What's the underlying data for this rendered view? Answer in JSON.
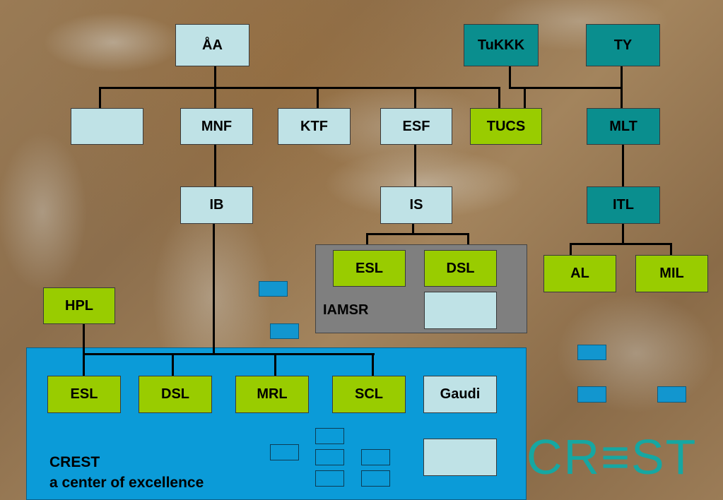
{
  "top": {
    "aa": "ÅA",
    "tukkk": "TuKKK",
    "ty": "TY"
  },
  "level2": {
    "blank": "",
    "mnf": "MNF",
    "ktf": "KTF",
    "esf": "ESF",
    "tucs": "TUCS",
    "mlt": "MLT"
  },
  "level3": {
    "ib": "IB",
    "is": "IS",
    "itl": "ITL"
  },
  "iamsr": {
    "label": "IAMSR",
    "esl": "ESL",
    "dsl": "DSL"
  },
  "itl_children": {
    "al": "AL",
    "mil": "MIL"
  },
  "hpl": "HPL",
  "crest": {
    "labs": [
      "ESL",
      "DSL",
      "MRL",
      "SCL"
    ],
    "gaudi": "Gaudi",
    "title": "CREST",
    "subtitle": "a center of excellence",
    "logo": "CR≡ST"
  },
  "colors": {
    "light_blue": "#bfe2e6",
    "teal": "#0a8e8e",
    "lime_green": "#99cc00",
    "crest_blue": "#0b9bd8",
    "iamsr_gray": "#7f7f7f"
  }
}
